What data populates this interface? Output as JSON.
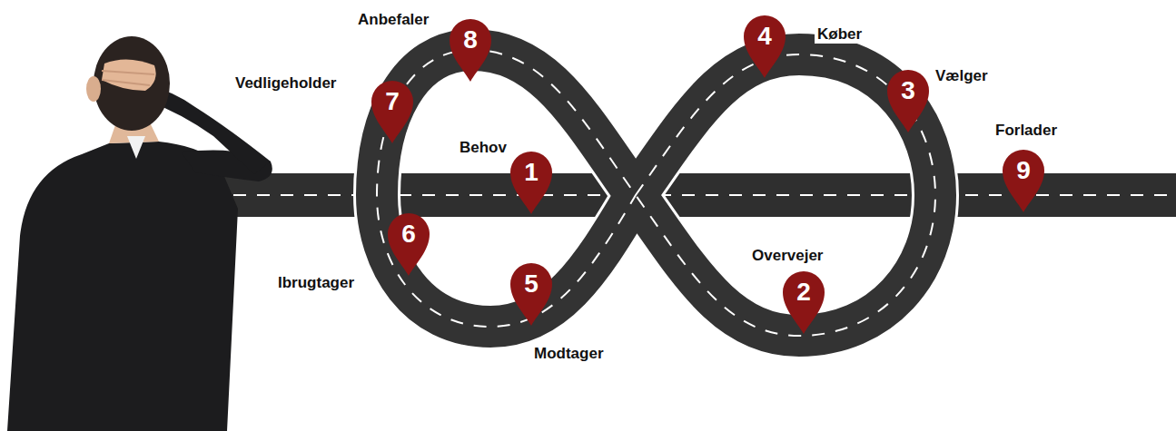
{
  "diagram": {
    "nodes": [
      {
        "text": [
          "1",
          "Behov"
        ]
      },
      {
        "text": [
          "2",
          "Overvejer"
        ]
      },
      {
        "text": [
          "3",
          "Vælger"
        ]
      },
      {
        "text": [
          "4",
          "Køber"
        ]
      },
      {
        "text": [
          "5",
          "Modtager"
        ]
      },
      {
        "text": [
          "6",
          "Ibrugtager"
        ]
      },
      {
        "text": [
          "7",
          "Vedligeholder"
        ]
      },
      {
        "text": [
          "8",
          "Anbefaler"
        ]
      },
      {
        "text": [
          "9",
          "Forlader"
        ]
      }
    ]
  }
}
